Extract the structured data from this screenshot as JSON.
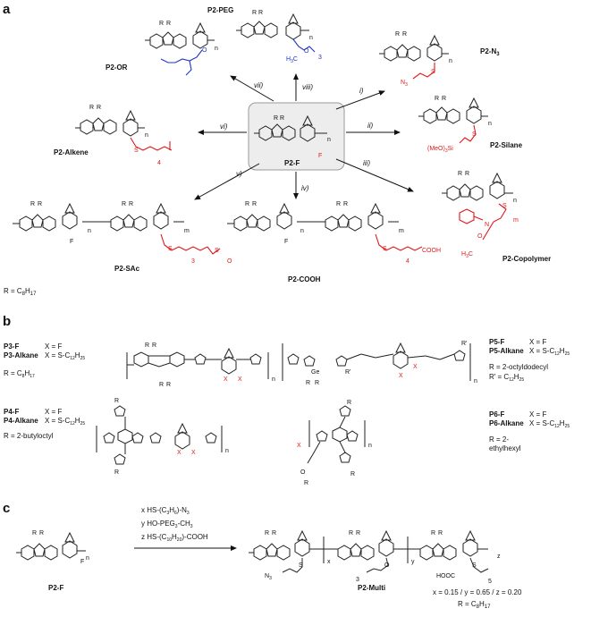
{
  "panels": {
    "a": "a",
    "b": "b",
    "c": "c"
  },
  "center": {
    "name": "P2-F",
    "F": "F"
  },
  "steps": {
    "i": "i)",
    "ii": "ii)",
    "iii": "iii)",
    "iv": "iv)",
    "v": "v)",
    "vi": "vi)",
    "vii": "vii)",
    "viii": "viii)"
  },
  "products": {
    "or": "P2-OR",
    "peg": "P2-PEG",
    "n3": "P2-N",
    "n3_sub": "3",
    "silane": "P2-Silane",
    "silane_group": "(MeO)",
    "silane_sub": "3",
    "silane_si": "Si",
    "alkene": "P2-Alkene",
    "alkene_n": "4",
    "copolymer": "P2-Copolymer",
    "copolymer_h3c": "H",
    "copolymer_h3c_sub": "3",
    "copolymer_c": "C",
    "copolymer_m": "m",
    "sac": "P2-SAc",
    "sac_n": "3",
    "sac_m": "m",
    "cooh": "P2-COOH",
    "cooh_n": "4",
    "cooh_group": "COOH",
    "cooh_m": "m",
    "peg_group": "H",
    "peg_sub": "3",
    "peg_n": "3"
  },
  "r_def_a": {
    "prefix": "R = C",
    "sub": "8",
    "h": "H",
    "hsub": "17"
  },
  "series_b": [
    {
      "f": "P3-F",
      "alk": "P3-Alkane",
      "xf": "X = F",
      "xs": "X = S-C",
      "xs_sub": "12",
      "xs_h": "H",
      "xs_hsub": "25",
      "r1": "R = C",
      "r1_sub": "8",
      "r1_h": "H",
      "r1_hsub": "17",
      "r2": ""
    },
    {
      "f": "P5-F",
      "alk": "P5-Alkane",
      "xf": "X = F",
      "xs": "X = S-C",
      "xs_sub": "12",
      "xs_h": "H",
      "xs_hsub": "25",
      "r1": "R = 2-octyldodecyl",
      "r1_sub": "",
      "r1_h": "",
      "r1_hsub": "",
      "r2": "R' = C",
      "r2_sub": "12",
      "r2_h": "H",
      "r2_hsub": "25"
    },
    {
      "f": "P4-F",
      "alk": "P4-Alkane",
      "xf": "X = F",
      "xs": "X = S-C",
      "xs_sub": "12",
      "xs_h": "H",
      "xs_hsub": "25",
      "r1": "R = 2-butyloctyl",
      "r1_sub": "",
      "r1_h": "",
      "r1_hsub": "",
      "r2": ""
    },
    {
      "f": "P6-F",
      "alk": "P6-Alkane",
      "xf": "X = F",
      "xs": "X = S-C",
      "xs_sub": "12",
      "xs_h": "H",
      "xs_hsub": "25",
      "r1": "R = 2-",
      "r1_sub": "",
      "r1_h": "",
      "r1_hsub": "",
      "r2": "ethylhexyl"
    }
  ],
  "reaction_c": {
    "reagent1": "x HS-(C",
    "reagent1_sub": "3",
    "reagent1_h": "H",
    "reagent1_hsub": "6",
    "reagent1_end": ")-N",
    "reagent1_end_sub": "3",
    "reagent2": "y HO-PEG",
    "reagent2_sub": "3",
    "reagent2_end": "-CH",
    "reagent2_end_sub": "3",
    "reagent3": "z HS-(C",
    "reagent3_sub": "10",
    "reagent3_h": "H",
    "reagent3_hsub": "20",
    "reagent3_end": ")-COOH",
    "start": "P2-F",
    "product": "P2-Multi",
    "ratio": "x = 0.15 / y = 0.65 / z = 0.20",
    "r_def": "R = C",
    "r_sub": "8",
    "r_h": "H",
    "r_hsub": "17",
    "x": "x",
    "y": "y",
    "z": "z",
    "n3": "N",
    "n3_sub": "3",
    "hooc": "HOOC",
    "five": "5",
    "three": "3"
  },
  "atoms": {
    "R": "R",
    "S": "S",
    "N": "N",
    "F": "F",
    "O": "O",
    "X": "X",
    "n": "n",
    "Ge": "Ge",
    "Rp": "R'"
  }
}
